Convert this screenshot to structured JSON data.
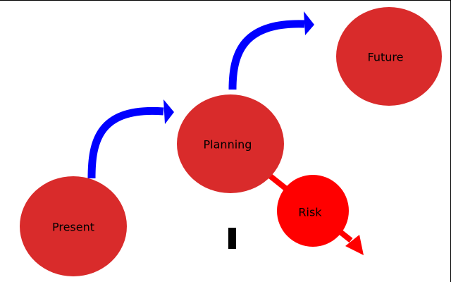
{
  "diagram": {
    "nodes": {
      "present": {
        "label": "Present"
      },
      "planning": {
        "label": "Planning"
      },
      "future": {
        "label": "Future"
      },
      "risk": {
        "label": "Risk"
      }
    },
    "colors": {
      "node_fill": "#d92b2b",
      "risk_fill": "#ff0000",
      "progress_arrow": "#0000ff",
      "risk_arrow": "#ff0000",
      "marker": "#000000"
    },
    "edges": [
      {
        "from": "present",
        "to": "planning",
        "kind": "curved-arrow"
      },
      {
        "from": "planning",
        "to": "future",
        "kind": "curved-arrow"
      },
      {
        "from": "planning",
        "to": "risk",
        "kind": "straight-arrow"
      }
    ]
  }
}
